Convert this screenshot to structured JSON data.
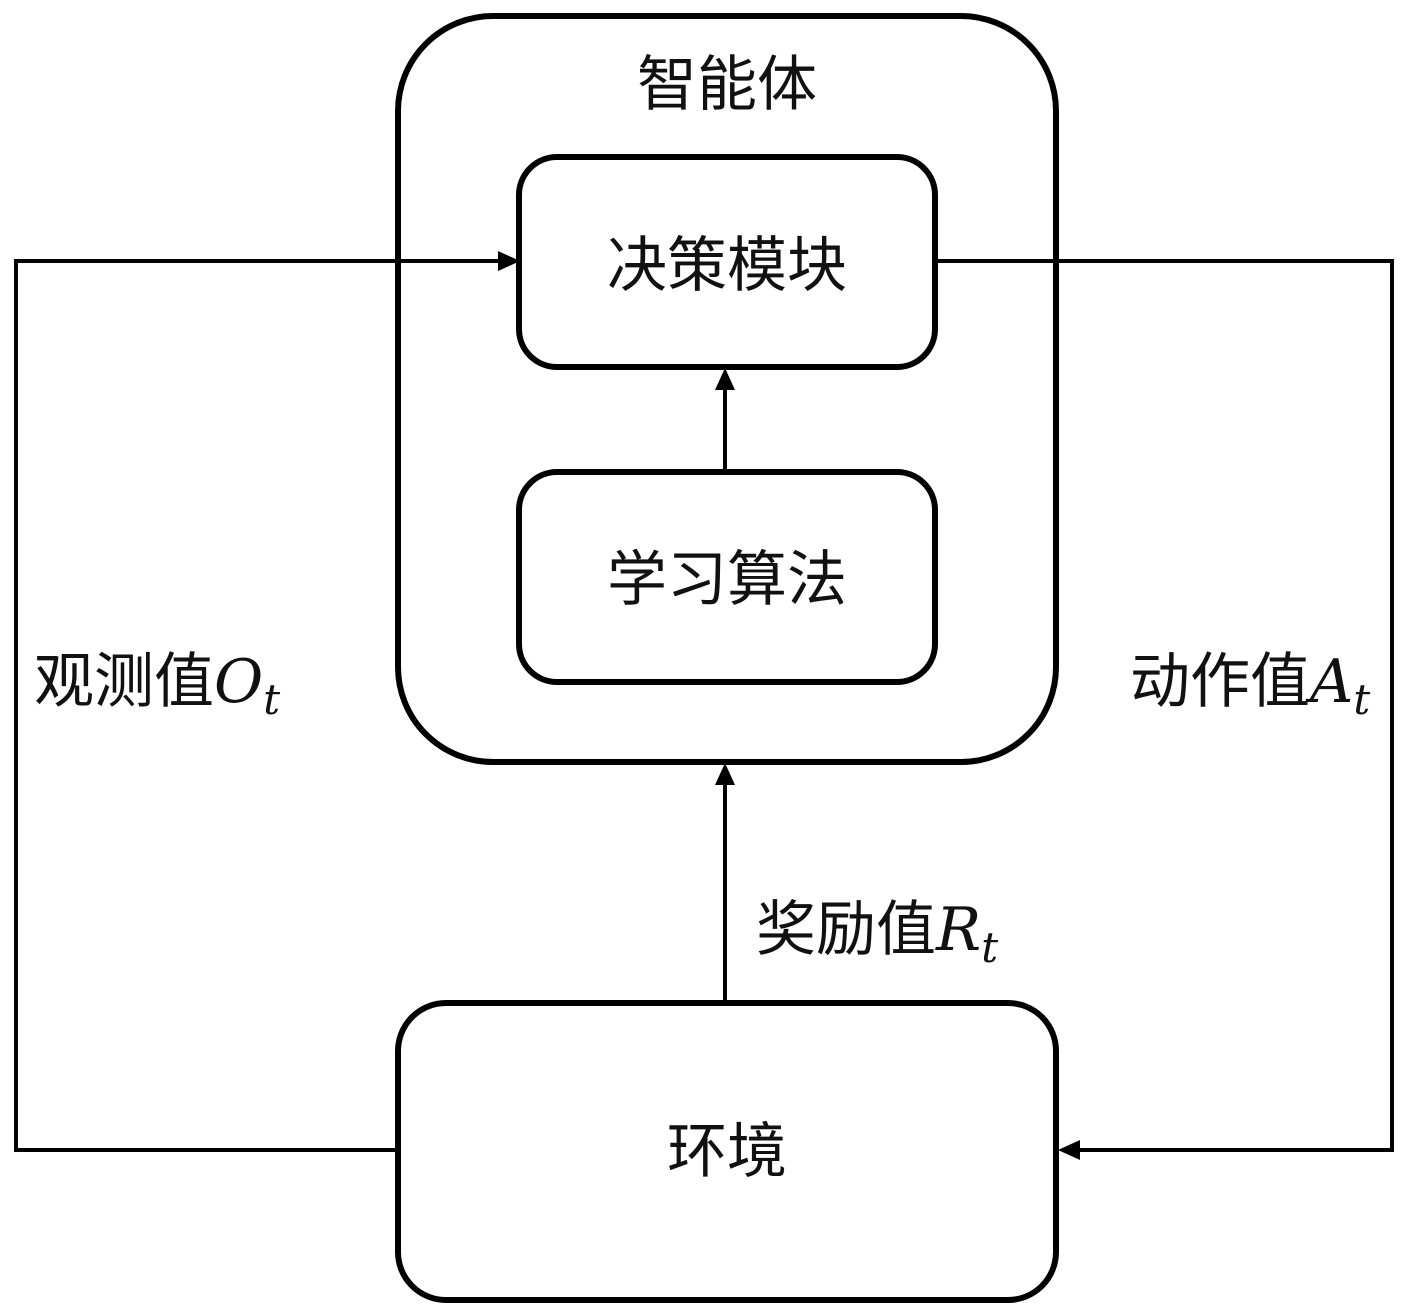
{
  "agent": {
    "title": "智能体"
  },
  "decision_module": {
    "label": "决策模块"
  },
  "learning_algorithm": {
    "label": "学习算法"
  },
  "environment": {
    "label": "环境"
  },
  "observation": {
    "text": "观测值",
    "symbol": "O",
    "subscript": "t"
  },
  "action": {
    "text": "动作值",
    "symbol": "A",
    "subscript": "t"
  },
  "reward": {
    "text": "奖励值",
    "symbol": "R",
    "subscript": "t"
  }
}
